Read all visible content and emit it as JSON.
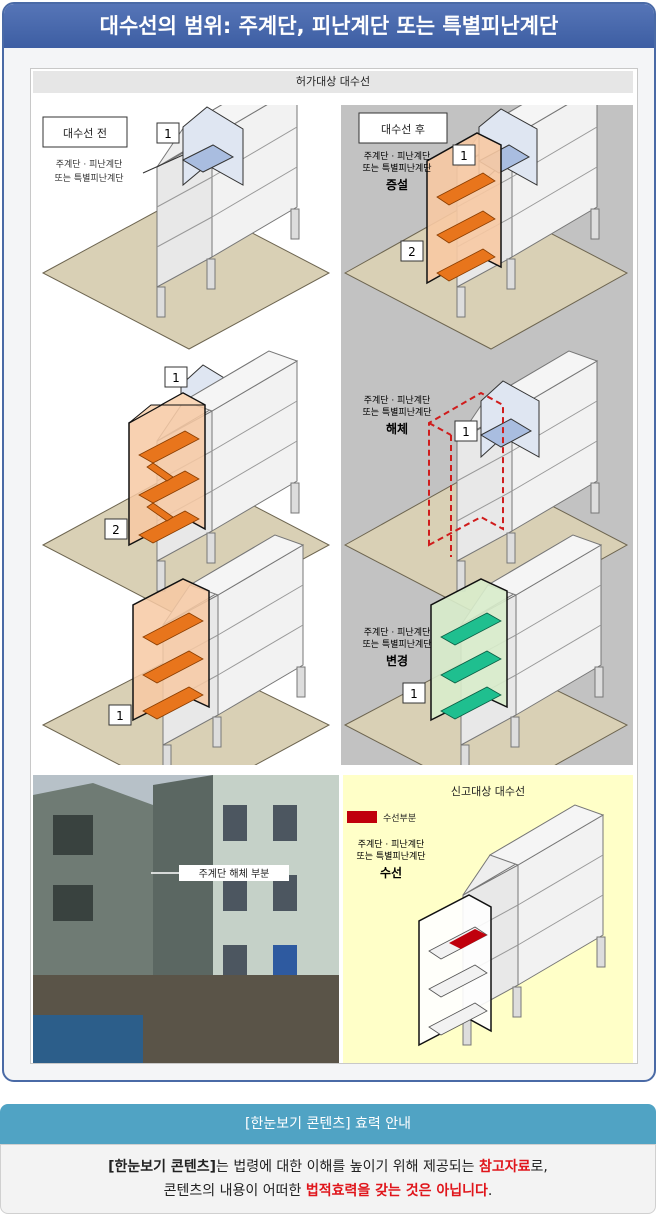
{
  "title": "대수선의 범위: 주계단, 피난계단 또는 특별피난계단",
  "figure": {
    "header": "허가대상 대수선",
    "before_label": "대수선 전",
    "after_label": "대수선 후",
    "stair_line1": "주계단 · 피난계단",
    "stair_line2": "또는 특별피난계단",
    "add_label": "증설",
    "demolish_label": "해체",
    "change_label": "변경",
    "repair_label": "수선",
    "num_1": "1",
    "num_2": "2",
    "photo_caption": "주계단 해체 부분",
    "report_header": "신고대상 대수선",
    "legend_label": "수선부분"
  },
  "notice": {
    "header": "[한눈보기 콘텐츠] 효력 안내",
    "line1_a": "[한눈보기 콘텐츠]",
    "line1_b": "는 법령에 대한 이해를 높이기 위해 제공되는 ",
    "line1_c": "참고자료",
    "line1_d": "로,",
    "line2_a": "콘텐츠의 내용이 어떠한 ",
    "line2_b": "법적효력을 갖는 것은 아닙니다",
    "line2_c": "."
  },
  "colors": {
    "title_bg": "#3d5ea3",
    "stair_orange": "#e8751c",
    "stair_green": "#1fbf8f",
    "repair_red": "#c0000c",
    "demolish_red": "#d01c1c",
    "ground": "#d9d0b5",
    "notice_header": "#50a3c4",
    "emphasis_red": "#e0151b"
  }
}
